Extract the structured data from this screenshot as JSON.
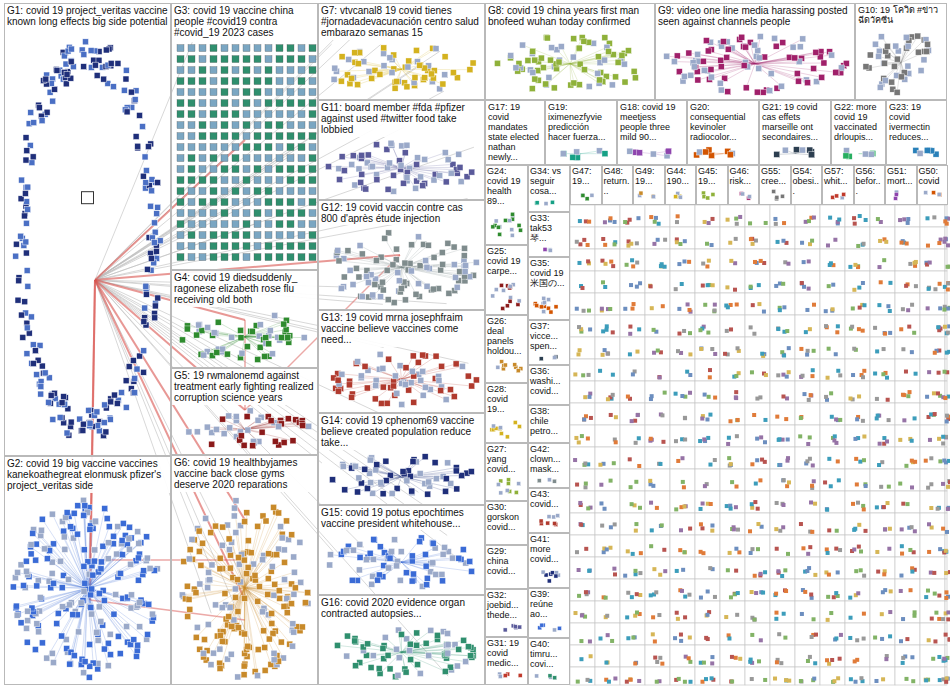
{
  "diagram": {
    "nodes": [
      {
        "text": [
          "G1: covid 19 project_veritas vaccine known long effects big side potential"
        ]
      },
      {
        "text": [
          "G2: covid 19 big vaccine vaccines kanekoathegreat elonmusk pfizer's project_veritas side"
        ]
      },
      {
        "text": [
          "G3: covid 19 vaccine china people #covid19 contra #covid_19 2023 cases"
        ]
      },
      {
        "text": [
          "G4: covid 19 diedsuddenly_ ragonese elizabeth rose flu receiving old both"
        ]
      },
      {
        "text": [
          "G5: 19 rwmalonemd against treatment early fighting realized corruption science years"
        ]
      },
      {
        "text": [
          "G6: covid 19 healthbyjames vaccine back close gyms deserve 2020 reparations"
        ]
      },
      {
        "text": [
          "G7: vtvcanal8 19 covid tienes #jornadadevacunación centro salud embarazo semanas 15"
        ]
      },
      {
        "text": [
          "G8: covid 19 china years first man bnofeed wuhan today confirmed"
        ]
      },
      {
        "text": [
          "G9: video one line media harassing posted seen against channels people"
        ]
      },
      {
        "text": [
          "G10: 19 โควิด #ข่าว ฉีดวัคซีน"
        ]
      },
      {
        "text": [
          "G11: board member #fda #pfizer against used #twitter food take lobbied"
        ]
      },
      {
        "text": [
          "G17: 19 covid mandates state elected nathan newly..."
        ]
      },
      {
        "text": [
          "G19: iximenezfyvie predicción hacer fuerza..."
        ]
      },
      {
        "text": [
          "G18: covid 19 meetjess people three mild 90..."
        ]
      },
      {
        "text": [
          "G20: consequential kevinoler radiocolor..."
        ]
      },
      {
        "text": [
          "G21: 19 covid cas effets marseille ont secondaires..."
        ]
      },
      {
        "text": [
          "G22: more covid 19 vaccinated drloupis..."
        ]
      },
      {
        "text": [
          "G23: 19 covid ivermectin reduces..."
        ]
      },
      {
        "text": [
          "G12: 19 covid vaccin contre cas 800 d'après étude injection"
        ]
      },
      {
        "text": [
          "G13: 19 covid mrna josephfraim vaccine believe vaccines come need..."
        ]
      },
      {
        "text": [
          "G14: covid 19 cphenom69 vaccine believe created population reduce take..."
        ]
      },
      {
        "text": [
          "G15: covid 19 potus epochtimes vaccine president whitehouse..."
        ]
      },
      {
        "text": [
          "G16: covid 2020 evidence organ contracted autopsies..."
        ]
      },
      {
        "text": [
          "G24: covid 19 health 89..."
        ]
      },
      {
        "text": [
          "G25: covid 19 carpe..."
        ]
      },
      {
        "text": [
          "G26: deal panels holdou..."
        ]
      },
      {
        "text": [
          "G28: covid 19..."
        ]
      },
      {
        "text": [
          "G27: yang covid..."
        ]
      },
      {
        "text": [
          "G30: gorskon covid..."
        ]
      },
      {
        "text": [
          "G29: china covid..."
        ]
      },
      {
        "text": [
          "G32: joebid... thede..."
        ]
      },
      {
        "text": [
          "G31: 19 covid medic..."
        ]
      },
      {
        "text": [
          "G34: vs seguir cosa..."
        ]
      },
      {
        "text": [
          "G33: tak53 琴..."
        ]
      },
      {
        "text": [
          "G35: covid 19 米国の..."
        ]
      },
      {
        "text": [
          "G37: vicce... spen..."
        ]
      },
      {
        "text": [
          "G36: washi... covid..."
        ]
      },
      {
        "text": [
          "G38: chile petro..."
        ]
      },
      {
        "text": [
          "G42: clown... mask..."
        ]
      },
      {
        "text": [
          "G43: covid..."
        ]
      },
      {
        "text": [
          "G41: more covid..."
        ]
      },
      {
        "text": [
          "G39: reúne ao..."
        ]
      },
      {
        "text": [
          "G40: timru... covi..."
        ]
      },
      {
        "text": [
          "G47: 19..."
        ]
      },
      {
        "text": [
          "G48: return..."
        ]
      },
      {
        "text": [
          "G49: 19..."
        ]
      },
      {
        "text": [
          "G44: 190..."
        ]
      },
      {
        "text": [
          "G45: 19..."
        ]
      },
      {
        "text": [
          "G46: risk..."
        ]
      },
      {
        "text": [
          "G55: cree..."
        ]
      },
      {
        "text": [
          "G54: obesi..."
        ]
      },
      {
        "text": [
          "G57: whit..."
        ]
      },
      {
        "text": [
          "G56: befor..."
        ]
      },
      {
        "text": [
          "G51: mort..."
        ]
      },
      {
        "text": [
          "G50: covid"
        ]
      }
    ]
  }
}
